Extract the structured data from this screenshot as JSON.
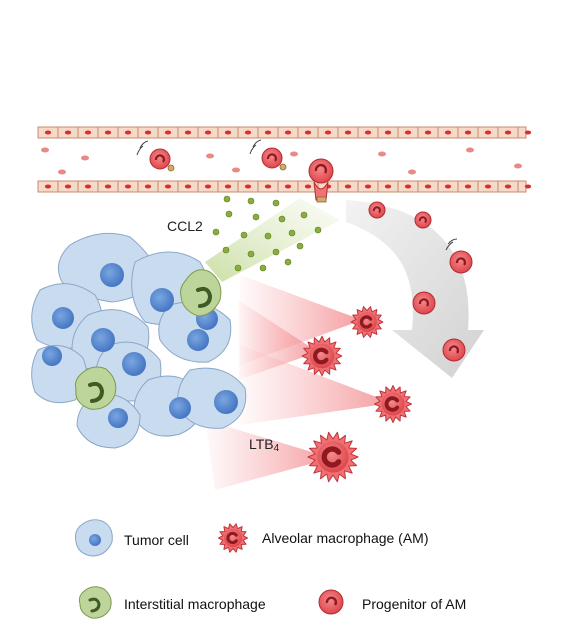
{
  "labels": {
    "ccl2": "CCL2",
    "ltb4_main": "LTB",
    "ltb4_sub": "4"
  },
  "legend": {
    "tumor_cell": "Tumor cell",
    "alveolar_macrophage": "Alveolar macrophage (AM)",
    "interstitial_macrophage": "Interstitial macrophage",
    "progenitor": "Progenitor of AM"
  },
  "colors": {
    "vessel_wall": "#f6d9c8",
    "vessel_border": "#c58c6d",
    "rbc": "#d9302c",
    "tumor_cell": "#c9dbee",
    "tumor_nucleus": "#4d7fc8",
    "interstitial_macrophage": "#bdd59a",
    "interstitial_nucleus": "#3f5a22",
    "macrophage": "#ee5c61",
    "macrophage_light": "#f7a5a6",
    "ccl2_dot": "#8aae3d",
    "arrow": "#d6d6d6",
    "ltb4_beam": "#f7a1a4"
  }
}
